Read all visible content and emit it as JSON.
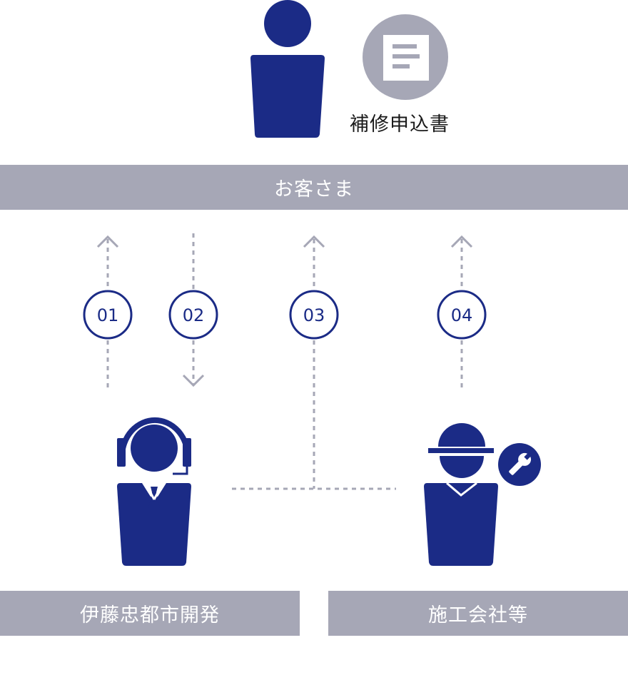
{
  "colors": {
    "navy": "#1b2b86",
    "gray_bar": "#a6a7b6",
    "doc_circle": "#a6a7b6",
    "dotted": "#a6a7b6"
  },
  "customer": {
    "doc_label": "補修申込書",
    "bar_label": "お客さま"
  },
  "bottom": {
    "left_label": "伊藤忠都市開発",
    "right_label": "施工会社等"
  },
  "steps": [
    {
      "number": "01"
    },
    {
      "number": "02"
    },
    {
      "number": "03"
    },
    {
      "number": "04"
    }
  ],
  "icons": {
    "customer": "person-icon",
    "document": "document-icon",
    "operator": "headset-operator-icon",
    "worker": "hardhat-worker-icon",
    "tool": "wrench-icon"
  }
}
